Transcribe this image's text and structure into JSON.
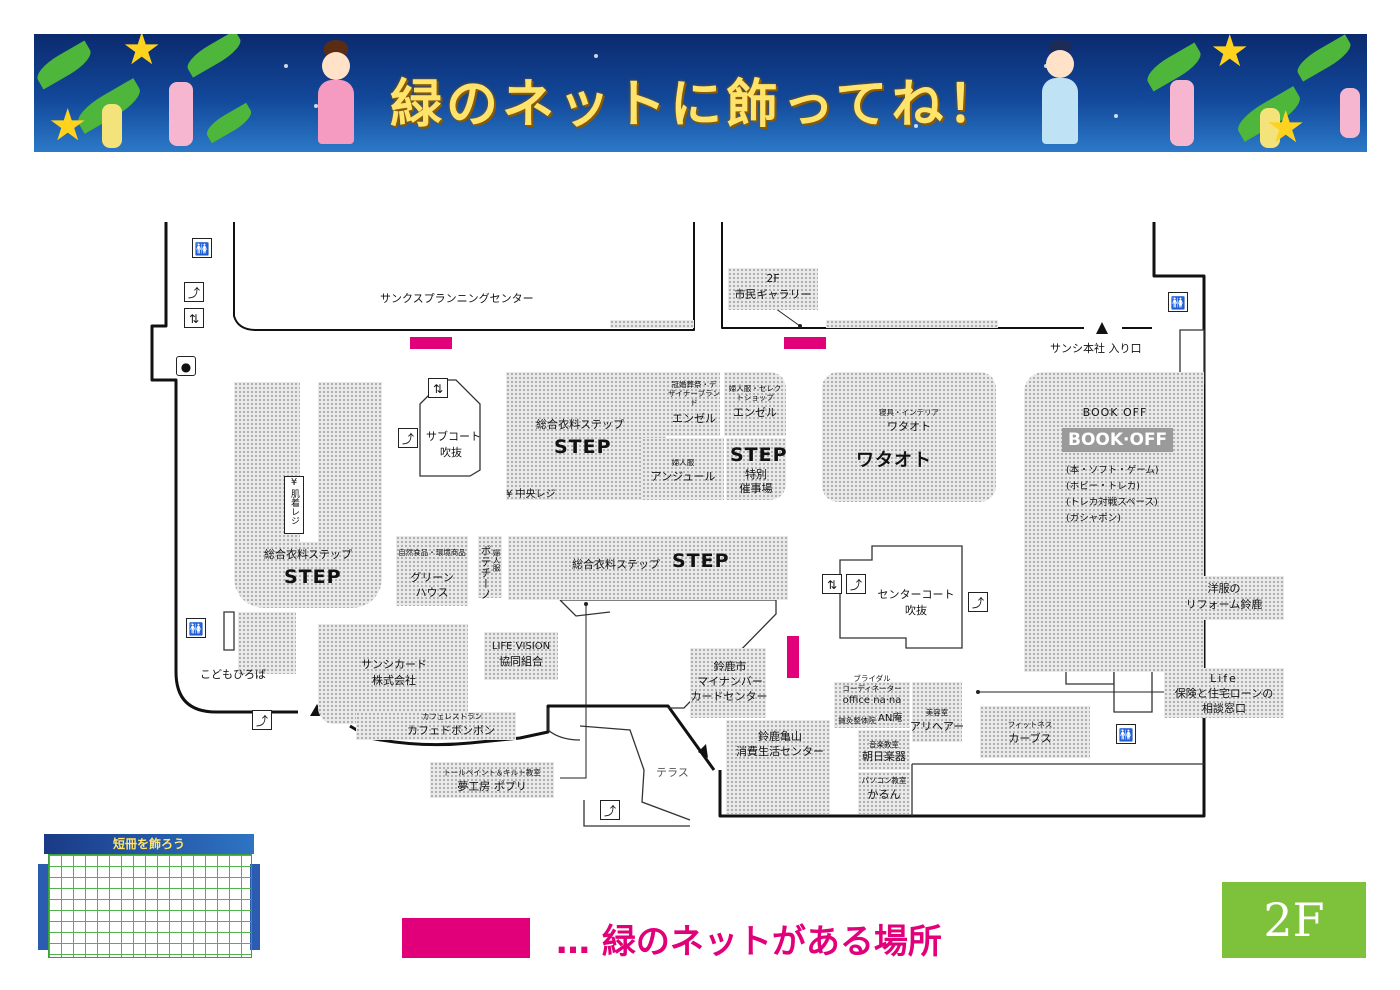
{
  "banner": {
    "title": "緑のネットに飾ってね！"
  },
  "floor_label": "2F",
  "legend": {
    "text": "… 緑のネットがある場所",
    "color": "#e2007a"
  },
  "note_card": {
    "title": "短冊を飾ろう"
  },
  "map": {
    "top_left_area": "サンクスプランニングセンター",
    "gallery": {
      "line1": "2F",
      "line2": "市民ギャラリー"
    },
    "entrance": "サンシ本社 入り口",
    "step_main": {
      "name": "総合衣料ステップ",
      "logo": "STEP"
    },
    "sub_court": {
      "line1": "サブコート",
      "line2": "吹抜"
    },
    "central_register": "¥ 中央レジ",
    "angel1": {
      "category": "冠婚葬祭・デザイナーブランド",
      "name": "エンゼル"
    },
    "angel2": {
      "category": "婦人服・セレクトショップ",
      "name": "エンゼル"
    },
    "anjour": {
      "category": "婦人服",
      "name": "アンジュール"
    },
    "step_event": {
      "logo": "STEP",
      "line1": "特別",
      "line2": "催事場"
    },
    "watatto": {
      "category": "寝具・インテリア",
      "name": "ワタオト",
      "logo": "ワタオト"
    },
    "bookoff": {
      "name": "BOOK OFF",
      "logo": "BOOK·OFF",
      "d1": "(本・ソフト・ゲーム)",
      "d2": "(ホビー・トレカ)",
      "d3": "(トレカ対戦スペース)",
      "d4": "(ガシャポン)"
    },
    "underwear_register": "肌着レジ",
    "step_left": {
      "name": "総合衣料ステップ",
      "logo": "STEP"
    },
    "green_house": {
      "category": "自然食品・環境商品",
      "name": "グリーンハウス"
    },
    "potechino": {
      "category": "婦人服",
      "name": "ポテチーノ"
    },
    "step_center": {
      "name": "総合衣料ステップ",
      "logo": "STEP"
    },
    "center_court": {
      "line1": "センターコート",
      "line2": "吹抜"
    },
    "reform": {
      "line1": "洋服の",
      "line2": "リフォーム鈴鹿"
    },
    "life": {
      "line1": "Life",
      "line2": "保険と住宅ローンの",
      "line3": "相談窓口"
    },
    "kids": "こどもひろば",
    "sanshi_card": {
      "line1": "サンシカード",
      "line2": "株式会社"
    },
    "life_vision": {
      "line1": "LIFE VISION",
      "line2": "協同組合"
    },
    "mynumber": {
      "line1": "鈴鹿市",
      "line2": "マイナンバー",
      "line3": "カードセンター"
    },
    "bridal": {
      "line1": "ブライダル",
      "line2": "コーディネーター",
      "line3": "office na·na"
    },
    "an": {
      "category": "鍼灸整体院",
      "name": "AN庵"
    },
    "arihair": {
      "category": "美容室",
      "name": "アリヘアー"
    },
    "curves": {
      "category": "フィットネス",
      "name": "カーブス"
    },
    "asahi": {
      "category": "音楽教室",
      "name": "朝日楽器"
    },
    "karun": {
      "category": "パソコン教室",
      "name": "かるん"
    },
    "consumer": {
      "line1": "鈴鹿亀山",
      "line2": "消費生活センター"
    },
    "cafe": {
      "category": "カフェレストラン",
      "name": "カフェドボンボン"
    },
    "terrace": "テラス",
    "popuri": {
      "category": "トールペイント＆キルト教室",
      "name": "夢工房 ポプリ"
    }
  }
}
